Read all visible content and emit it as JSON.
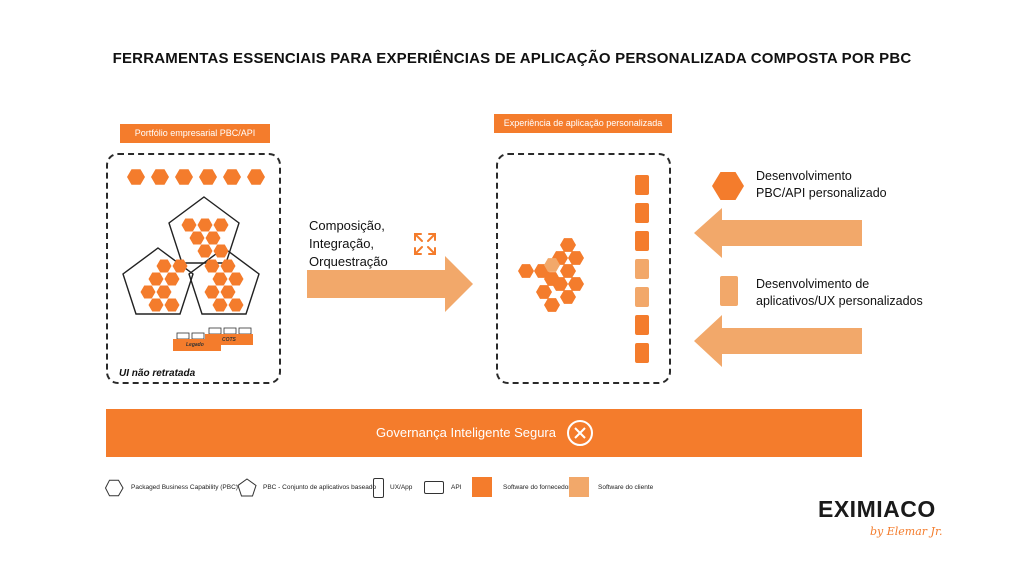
{
  "title": "FERRAMENTAS ESSENCIAIS PARA EXPERIÊNCIAS DE APLICAÇÃO PERSONALIZADA COMPOSTA POR PBC",
  "left_panel": {
    "tag": "Portfólio empresarial PBC/API",
    "legado": "Legado",
    "cots": "COTS",
    "ui_note": "UI não retratada"
  },
  "middle": {
    "line1": "Composição,",
    "line2": "Integração,",
    "line3": "Orquestração"
  },
  "right_panel": {
    "tag": "Experiência de aplicação personalizada"
  },
  "dev": {
    "pbc_line1": "Desenvolvimento",
    "pbc_line2": "PBC/API personalizado",
    "app_line1": "Desenvolvimento de",
    "app_line2": "aplicativos/UX personalizados"
  },
  "governance": "Governança Inteligente Segura",
  "legend": {
    "pbc": "Packaged Business Capability (PBC)",
    "pentagon": "PBC - Conjunto de aplicativos baseado",
    "ux": "UX/App",
    "api": "API",
    "vendor": "Software do fornecedor",
    "client": "Software do cliente"
  },
  "logo": {
    "name": "EXIMIACO",
    "sub": "by Elemar Jr."
  },
  "colors": {
    "vendor": "#f47c2c",
    "client": "#f2a86a"
  }
}
